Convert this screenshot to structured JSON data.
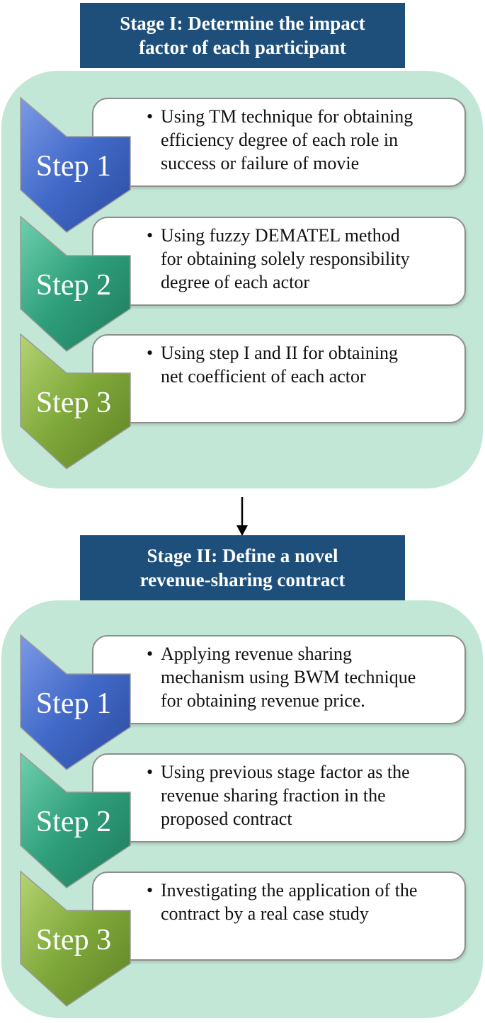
{
  "colors": {
    "panel": "#c3e7d7",
    "header": "#1e4f7a",
    "step1": "#4169c8",
    "step2": "#2e9e7a",
    "step3": "#7fa83a"
  },
  "stages": [
    {
      "title_line1": "Stage I: Determine the impact",
      "title_line2": "factor of each participant",
      "steps": [
        {
          "label": "Step 1",
          "bullet": "•",
          "lines": [
            "Using TM technique for obtaining",
            "efficiency degree of each role in",
            "success or failure of movie"
          ]
        },
        {
          "label": "Step 2",
          "bullet": "•",
          "lines": [
            "Using fuzzy DEMATEL method",
            "for obtaining solely responsibility",
            "degree of each actor"
          ]
        },
        {
          "label": "Step 3",
          "bullet": "•",
          "lines": [
            "Using step I and II for obtaining",
            "net coefficient of each actor"
          ]
        }
      ]
    },
    {
      "title_line1": "Stage II: Define a novel",
      "title_line2": "revenue-sharing contract",
      "steps": [
        {
          "label": "Step 1",
          "bullet": "•",
          "lines": [
            "Applying revenue sharing",
            "mechanism using BWM technique",
            "for obtaining revenue price."
          ]
        },
        {
          "label": "Step 2",
          "bullet": "•",
          "lines": [
            "Using previous stage factor as the",
            "revenue sharing fraction in the",
            "proposed contract"
          ]
        },
        {
          "label": "Step 3",
          "bullet": "•",
          "lines": [
            "Investigating the application of the",
            "contract by a real case study"
          ]
        }
      ]
    }
  ]
}
